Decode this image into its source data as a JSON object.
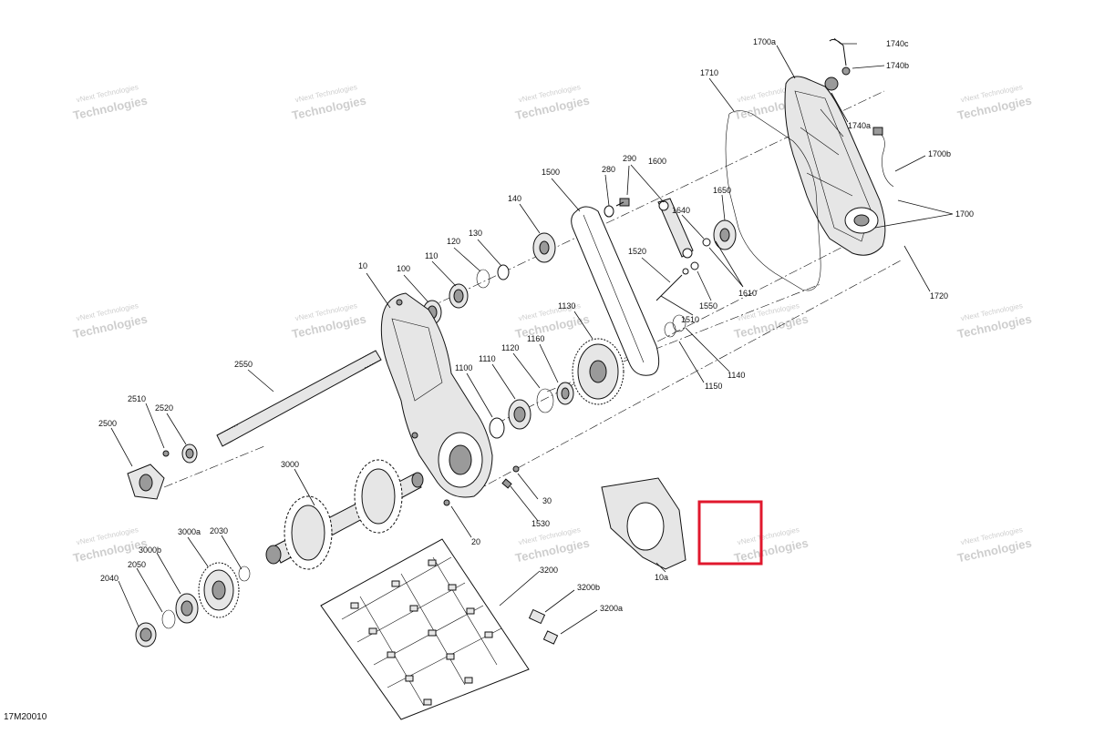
{
  "diagram": {
    "reference_code": "17M20010",
    "watermark": {
      "line1": "vNext Technologies",
      "line2": "Technologies"
    },
    "highlight_color": "#e0182d",
    "part_labels": [
      "1700a",
      "1740c",
      "1740b",
      "1710",
      "1740a",
      "1700b",
      "1700",
      "290",
      "1600",
      "280",
      "1500",
      "1650",
      "1640",
      "140",
      "130",
      "120",
      "110",
      "1520",
      "10",
      "100",
      "1610",
      "1550",
      "1720",
      "1510",
      "1130",
      "1160",
      "1120",
      "1110",
      "1100",
      "2550",
      "1150",
      "1140",
      "2510",
      "2520",
      "2500",
      "3000",
      "30",
      "1530",
      "20",
      "10a",
      "3000a",
      "2030",
      "3000b",
      "2050",
      "2040",
      "3200",
      "3200b",
      "3200a"
    ]
  }
}
